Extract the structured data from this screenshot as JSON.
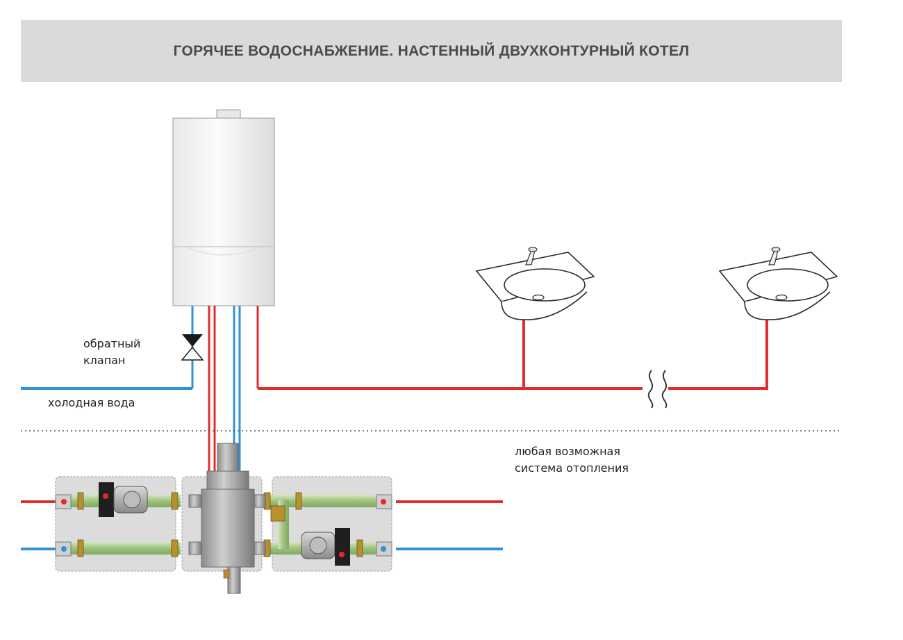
{
  "title": "ГОРЯЧЕЕ ВОДОСНАБЖЕНИЕ. НАСТЕННЫЙ ДВУХКОНТУРНЫЙ КОТЕЛ",
  "labels": {
    "check_valve_line1": "обратный",
    "check_valve_line2": "клапан",
    "cold_water": "холодная вода",
    "heating_line1": "любая возможная",
    "heating_line2": "система отопления"
  },
  "colors": {
    "hot": "#e32b2b",
    "cold": "#2f93d1",
    "title_bg": "#dadada",
    "title_text": "#4a4a4a"
  },
  "icons": [
    "boiler-icon",
    "sink-icon",
    "check-valve-icon",
    "pump-icon",
    "hydraulic-separator-icon"
  ]
}
